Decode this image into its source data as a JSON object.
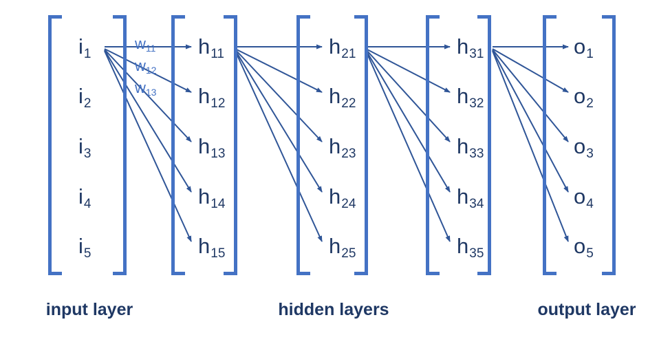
{
  "diagram_type": "neural-network-matrix-diagram",
  "colors": {
    "bracket": "#4472C4",
    "node_text": "#1F3864",
    "arrow": "#2F5597",
    "weight_text": "#4472C4",
    "caption_text": "#1F3864"
  },
  "layers": [
    {
      "name": "input",
      "nodes": [
        {
          "m": "i",
          "s": "1"
        },
        {
          "m": "i",
          "s": "2"
        },
        {
          "m": "i",
          "s": "3"
        },
        {
          "m": "i",
          "s": "4"
        },
        {
          "m": "i",
          "s": "5"
        }
      ]
    },
    {
      "name": "hidden-1",
      "nodes": [
        {
          "m": "h",
          "s": "11"
        },
        {
          "m": "h",
          "s": "12"
        },
        {
          "m": "h",
          "s": "13"
        },
        {
          "m": "h",
          "s": "14"
        },
        {
          "m": "h",
          "s": "15"
        }
      ]
    },
    {
      "name": "hidden-2",
      "nodes": [
        {
          "m": "h",
          "s": "21"
        },
        {
          "m": "h",
          "s": "22"
        },
        {
          "m": "h",
          "s": "23"
        },
        {
          "m": "h",
          "s": "24"
        },
        {
          "m": "h",
          "s": "25"
        }
      ]
    },
    {
      "name": "hidden-3",
      "nodes": [
        {
          "m": "h",
          "s": "31"
        },
        {
          "m": "h",
          "s": "32"
        },
        {
          "m": "h",
          "s": "33"
        },
        {
          "m": "h",
          "s": "34"
        },
        {
          "m": "h",
          "s": "35"
        }
      ]
    },
    {
      "name": "output",
      "nodes": [
        {
          "m": "o",
          "s": "1"
        },
        {
          "m": "o",
          "s": "2"
        },
        {
          "m": "o",
          "s": "3"
        },
        {
          "m": "o",
          "s": "4"
        },
        {
          "m": "o",
          "s": "5"
        }
      ]
    }
  ],
  "weights": [
    {
      "m": "w",
      "s": "11"
    },
    {
      "m": "w",
      "s": "12"
    },
    {
      "m": "w",
      "s": "13"
    }
  ],
  "captions": {
    "input": "input layer",
    "hidden": "hidden layers",
    "output": "output layer"
  }
}
